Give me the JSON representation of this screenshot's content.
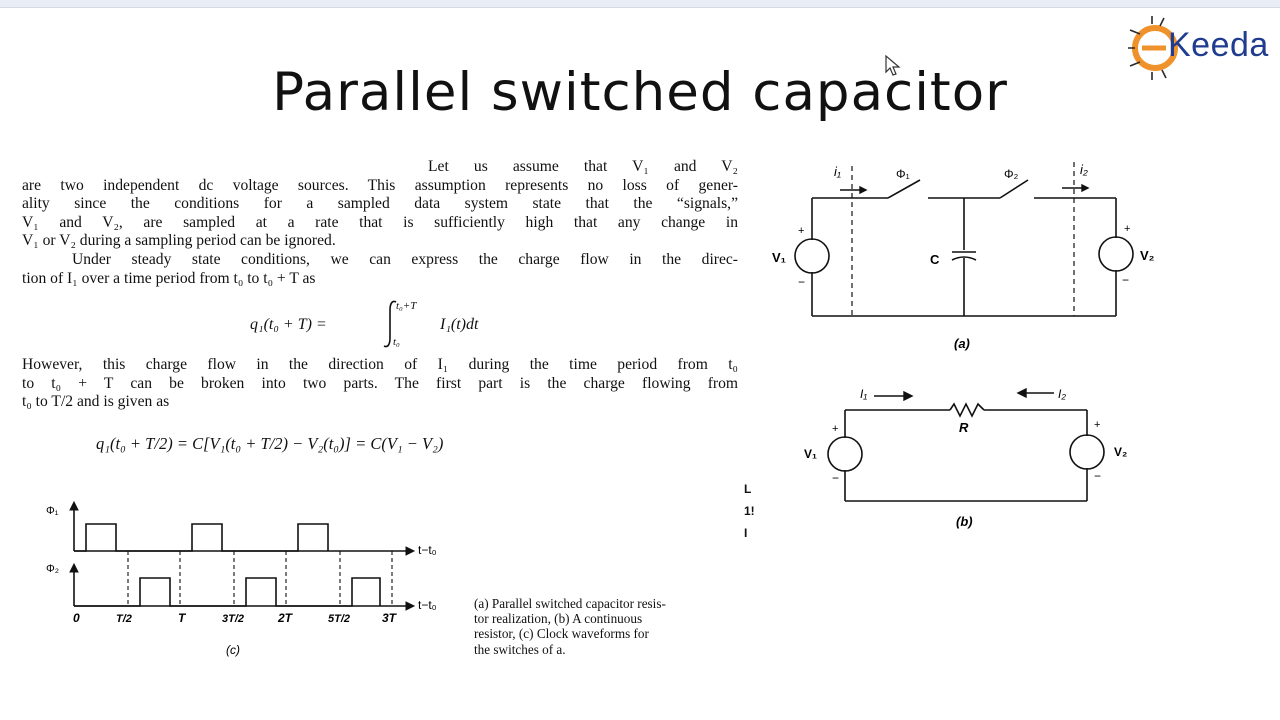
{
  "slide": {
    "title": "Parallel switched capacitor",
    "logo_text": "Keeda",
    "logo_letter": "E"
  },
  "text": {
    "para1": [
      "Let us assume that V₁ and V₂",
      "are two independent dc voltage sources. This assumption represents no loss of gener-",
      "ality since the conditions for a sampled data system state that the “signals,”",
      "V₁ and V₂, are sampled at a rate that is sufficiently high that any change in",
      "V₁ or V₂ during a sampling period can be ignored."
    ],
    "para2": [
      "Under steady state conditions, we can express the charge flow in the direc-",
      "tion of I₁ over a time period from t₀ to t₀ + T as"
    ],
    "eq1_left": "q₁(t₀ + T) =",
    "eq1_upper": "t₀+T",
    "eq1_lower": "t₀",
    "eq1_right": "I₁(t)dt",
    "para3": [
      "However, this charge flow in the direction of I₁ during the time period from t₀",
      "to t₀ + T can be broken into two parts. The first part is the charge flowing from",
      "t₀ to T/2 and is given as"
    ],
    "eq2": "q₁(t₀ + T/2) = C[V₁(t₀ + T/2) − V₂(t₀)] = C(V₁ − V₂)",
    "caption": [
      "(a) Parallel switched capacitor resis-",
      "tor realization, (b) A continuous",
      "resistor, (c) Clock waveforms for",
      "the switches of a."
    ],
    "edge_marks": [
      "L",
      "1!",
      "I"
    ]
  },
  "figure_a": {
    "label": "(a)",
    "i1": "i₁",
    "i2": "i₂",
    "phi1": "Φ₁",
    "phi2": "Φ₂",
    "cap": "C",
    "v1": "V₁",
    "v2": "V₂",
    "plus": "+",
    "minus": "−"
  },
  "figure_b": {
    "label": "(b)",
    "i1": "I₁",
    "i2": "I₂",
    "res": "R",
    "v1": "V₁",
    "v2": "V₂",
    "plus": "+",
    "minus": "−"
  },
  "figure_c": {
    "label": "(c)",
    "phi1": "Φ₁",
    "phi2": "Φ₂",
    "axis_label": "t−t₀",
    "ticks": [
      "0",
      "T/2",
      "T",
      "3T/2",
      "2T",
      "5T/2",
      "3T"
    ]
  }
}
